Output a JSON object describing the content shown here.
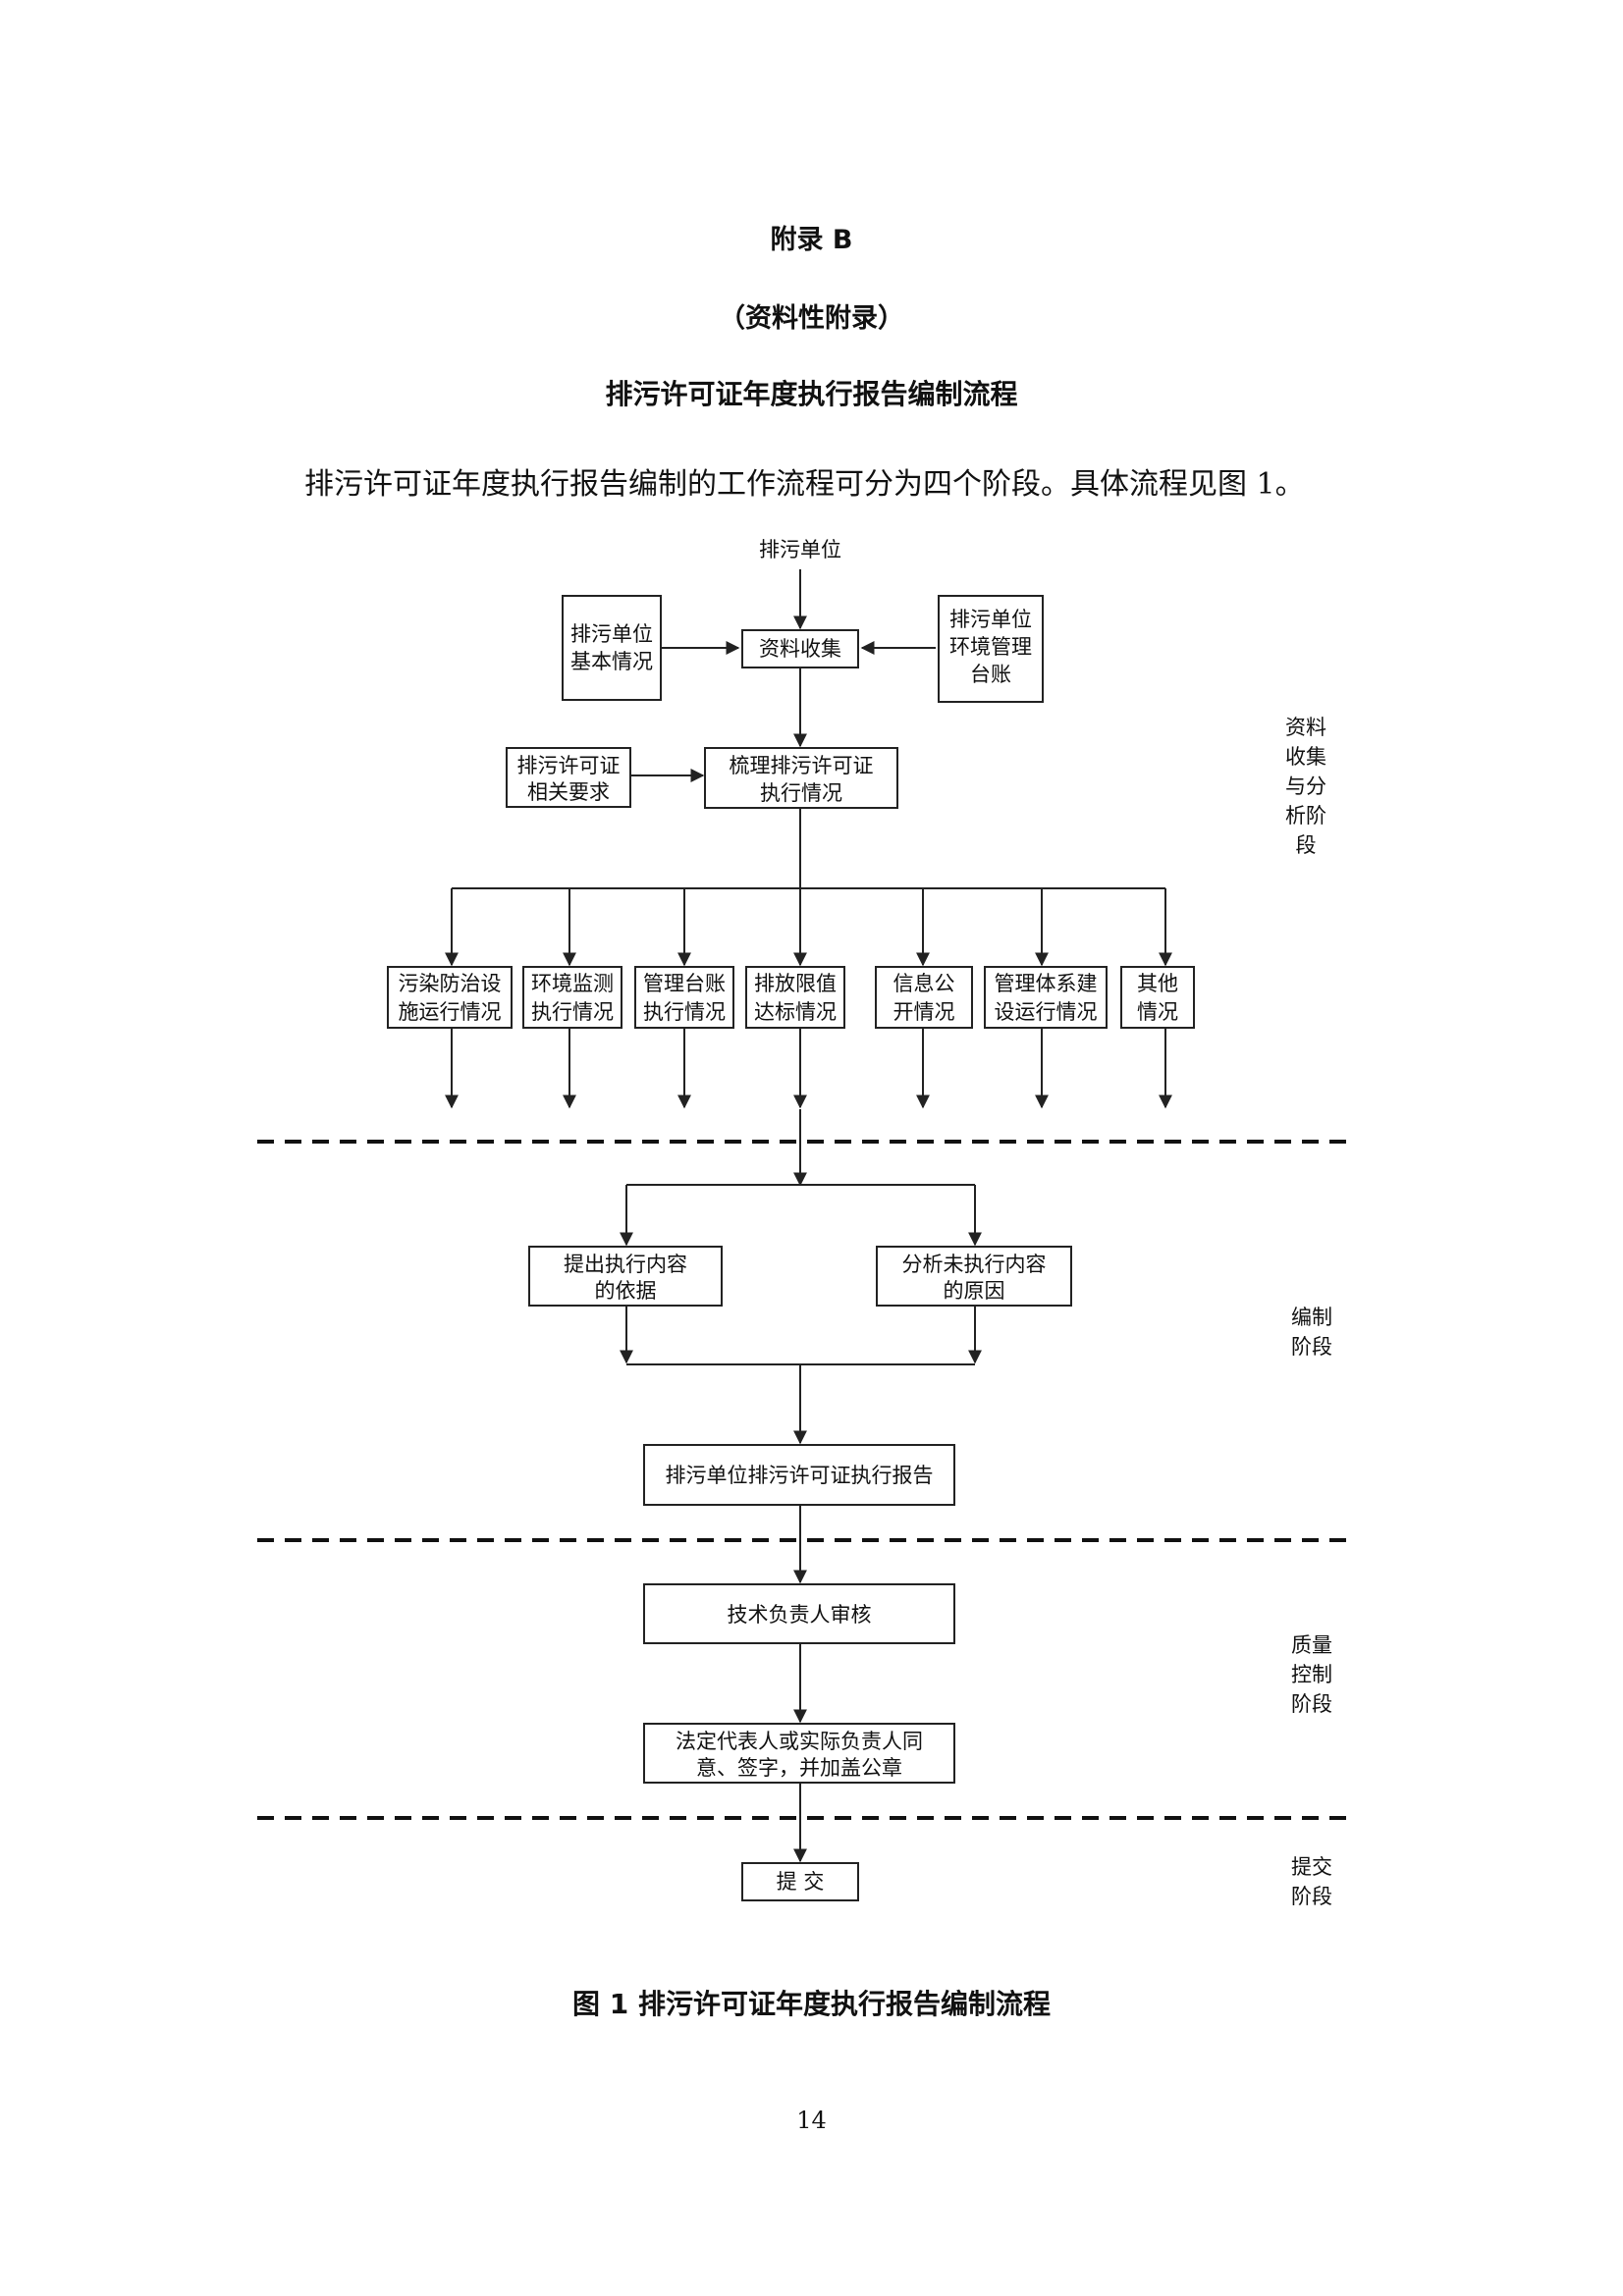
{
  "page": {
    "appendix_title": "附录 B",
    "appendix_type": "（资料性附录）",
    "section_title": "排污许可证年度执行报告编制流程",
    "intro": "排污许可证年度执行报告编制的工作流程可分为四个阶段。具体流程见图 1。",
    "figure_caption": "图 1  排污许可证年度执行报告编制流程",
    "page_number": "14"
  },
  "flow": {
    "start": "排污单位",
    "basic_info": [
      "排污单位",
      "基本情况"
    ],
    "data_collection": "资料收集",
    "env_ledger": [
      "排污单位",
      "环境管理",
      "台账"
    ],
    "permit_requirements": [
      "排污许可证",
      "相关要求"
    ],
    "review_execution": [
      "梳理排污许可证",
      "执行情况"
    ],
    "items": [
      [
        "污染防治设",
        "施运行情况"
      ],
      [
        "环境监测",
        "执行情况"
      ],
      [
        "管理台账",
        "执行情况"
      ],
      [
        "排放限值",
        "达标情况"
      ],
      [
        "信息公",
        "开情况"
      ],
      [
        "管理体系建",
        "设运行情况"
      ],
      [
        "其他",
        "情况"
      ]
    ],
    "basis": [
      "提出执行内容",
      "的依据"
    ],
    "reasons": [
      "分析未执行内容",
      "的原因"
    ],
    "report": "排污单位排污许可证执行报告",
    "tech_review": "技术负责人审核",
    "legal_sign": [
      "法定代表人或实际负责人同",
      "意、签字，并加盖公章"
    ],
    "submit": "提 交"
  },
  "stages": {
    "collection": [
      "资料",
      "收集",
      "与分",
      "析阶",
      "段"
    ],
    "compilation": [
      "编制",
      "阶段"
    ],
    "quality": [
      "质量",
      "控制",
      "阶段"
    ],
    "submission": [
      "提交",
      "阶段"
    ]
  }
}
